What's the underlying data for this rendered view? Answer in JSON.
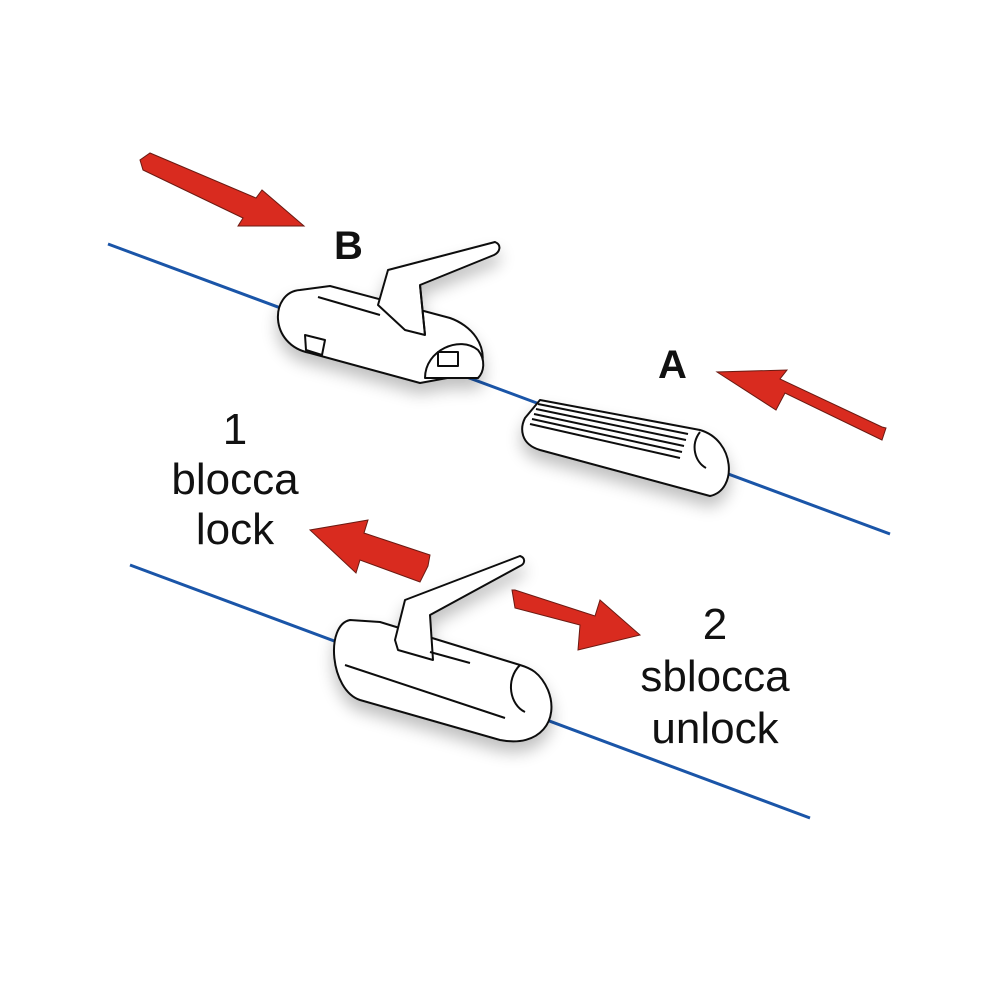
{
  "diagram": {
    "type": "instruction-illustration",
    "colors": {
      "line": "#1a55a8",
      "arrow": "#d92b1f",
      "arrow_outline": "#6b1a12",
      "part_fill": "#ffffff",
      "part_outline": "#111111",
      "text": "#111111"
    },
    "labels": {
      "part_b": "B",
      "part_a": "A",
      "step1_number": "1",
      "step1_it": "blocca",
      "step1_en": "lock",
      "step2_number": "2",
      "step2_it": "sblocca",
      "step2_en": "unlock"
    },
    "components": [
      {
        "id": "B",
        "name": "clip body with lever"
      },
      {
        "id": "A",
        "name": "ribbed insert"
      },
      {
        "id": "assembled",
        "name": "assembled clip"
      }
    ],
    "arrows": [
      {
        "target": "B",
        "direction": "down-right"
      },
      {
        "target": "A",
        "direction": "up-left"
      },
      {
        "meaning": "lock",
        "direction": "up-left"
      },
      {
        "meaning": "unlock",
        "direction": "down-right"
      }
    ]
  }
}
